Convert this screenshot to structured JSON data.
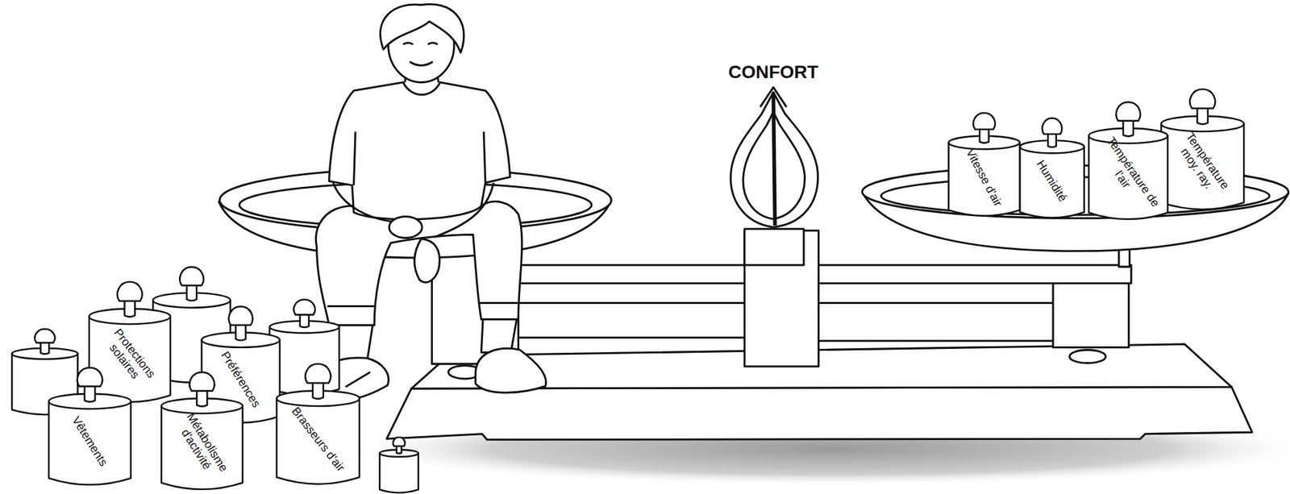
{
  "diagram": {
    "nodes": [
      {
        "text": [
          "Protections solaires"
        ]
      },
      {
        "text": [
          "Préférences"
        ]
      },
      {
        "text": [
          "Vêtements"
        ]
      },
      {
        "text": [
          "Métabolisme d'activité"
        ]
      },
      {
        "text": [
          "Brasseurs d'air"
        ]
      },
      {
        "text": [
          "Vitesse d'air"
        ]
      },
      {
        "text": [
          "Humidité"
        ]
      },
      {
        "text": [
          "Température de l'air"
        ]
      },
      {
        "text": [
          "Température moy. ray."
        ]
      }
    ],
    "labels": [
      "CONFORT"
    ]
  }
}
